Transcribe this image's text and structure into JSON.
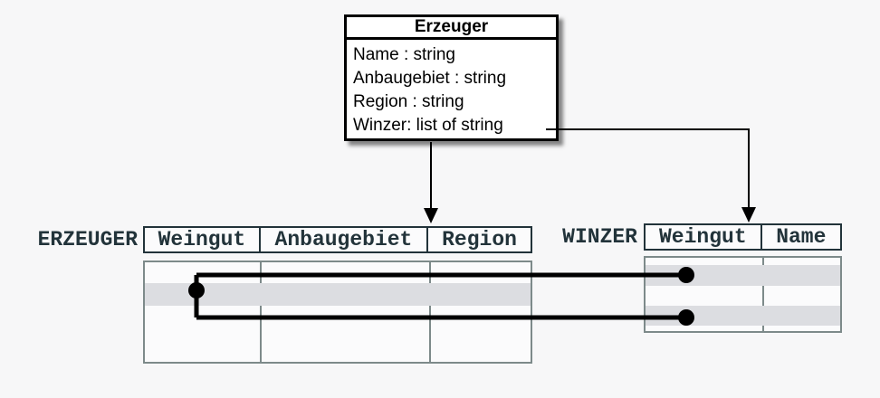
{
  "diagram": {
    "class_box": {
      "title": "Erzeuger",
      "attributes": [
        "Name : string",
        "Anbaugebiet : string",
        "Region : string",
        "Winzer: list of string"
      ]
    },
    "left_table": {
      "label": "ERZEUGER",
      "columns": [
        "Weingut",
        "Anbaugebiet",
        "Region"
      ]
    },
    "right_table": {
      "label": "WINZER",
      "columns": [
        "Weingut",
        "Name"
      ]
    },
    "colors": {
      "background": "#f7f7f8",
      "class_box_border": "#000000",
      "table_header_border": "#22333a",
      "table_header_text": "#22333a",
      "table_body_border": "#7d8a8a",
      "highlighted_row": "#dcdde1",
      "connector_line": "#000000"
    }
  }
}
